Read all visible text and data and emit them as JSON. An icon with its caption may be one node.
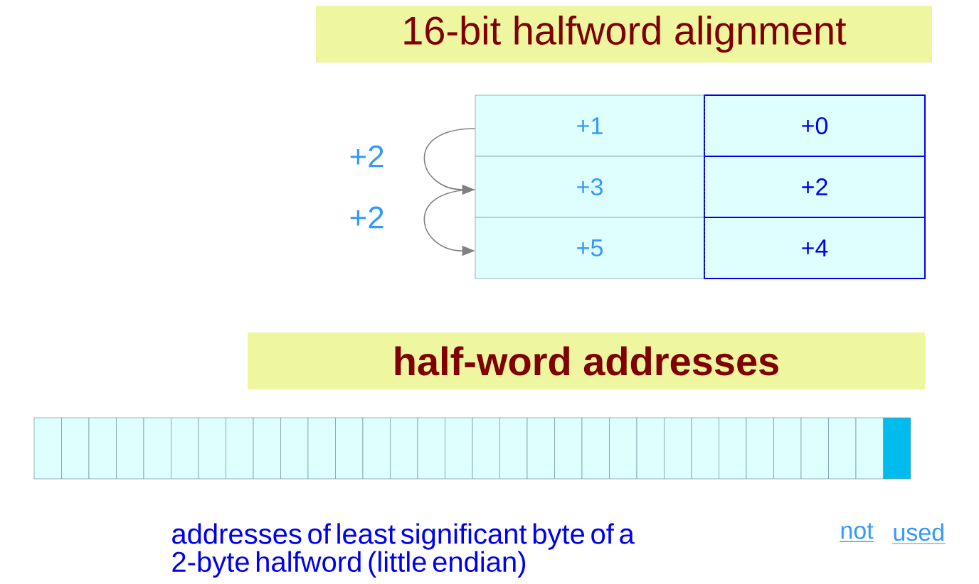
{
  "diagram": {
    "nodes": [
      {
        "text": [
          "16-bit halfword alignment"
        ]
      },
      {
        "text": [
          "+1"
        ]
      },
      {
        "text": [
          "+0"
        ]
      },
      {
        "text": [
          "+3"
        ]
      },
      {
        "text": [
          "+2"
        ]
      },
      {
        "text": [
          "+5"
        ]
      },
      {
        "text": [
          "+4"
        ]
      },
      {
        "text": [
          "half-word addresses"
        ]
      },
      {
        "text": [],
        "shape": "box"
      },
      {
        "text": [],
        "shape": "box"
      },
      {
        "text": [],
        "shape": "box"
      },
      {
        "text": [],
        "shape": "box"
      },
      {
        "text": [],
        "shape": "box"
      },
      {
        "text": [],
        "shape": "box"
      },
      {
        "text": [],
        "shape": "box"
      },
      {
        "text": [],
        "shape": "box"
      },
      {
        "text": [],
        "shape": "box"
      },
      {
        "text": [],
        "shape": "box"
      },
      {
        "text": [],
        "shape": "box"
      },
      {
        "text": [],
        "shape": "box"
      },
      {
        "text": [],
        "shape": "box"
      },
      {
        "text": [],
        "shape": "box"
      },
      {
        "text": [],
        "shape": "box"
      },
      {
        "text": [],
        "shape": "box"
      },
      {
        "text": [],
        "shape": "box"
      },
      {
        "text": [],
        "shape": "box"
      },
      {
        "text": [],
        "shape": "box"
      },
      {
        "text": [],
        "shape": "box"
      },
      {
        "text": [],
        "shape": "box"
      },
      {
        "text": [],
        "shape": "box"
      },
      {
        "text": [],
        "shape": "box"
      },
      {
        "text": [],
        "shape": "box"
      },
      {
        "text": [],
        "shape": "box"
      },
      {
        "text": [],
        "shape": "box"
      },
      {
        "text": [],
        "shape": "box"
      },
      {
        "text": [],
        "shape": "box"
      },
      {
        "text": [],
        "shape": "box"
      },
      {
        "text": [],
        "shape": "box"
      },
      {
        "text": [],
        "shape": "box"
      },
      {
        "text": [],
        "shape": "box"
      }
    ],
    "edges": [
      {
        "from": 1,
        "to": 3,
        "arrow": "to",
        "label": "+2"
      },
      {
        "from": 3,
        "to": 5,
        "arrow": "to",
        "label": "+2"
      }
    ],
    "labels": [
      "addresses of least significant byte of a 2-byte halfword (little endian)",
      "not",
      "used"
    ]
  }
}
